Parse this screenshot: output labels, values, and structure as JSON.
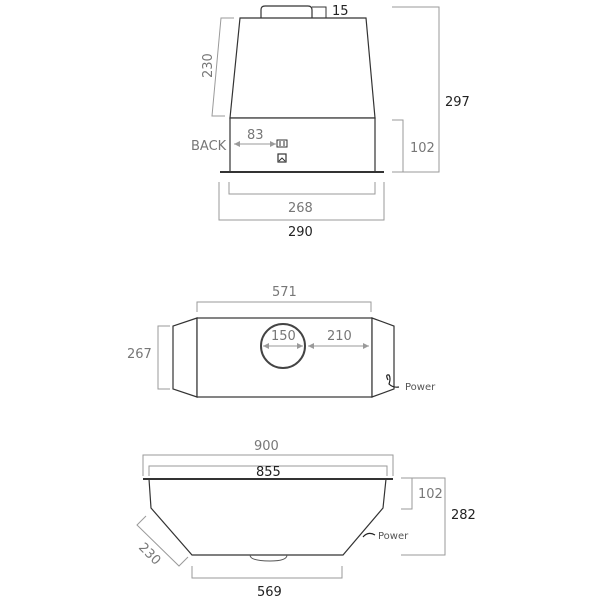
{
  "diagram": {
    "side_view": {
      "dimensions": {
        "top_spigot": "15",
        "slant_height": "230",
        "total_height": "297",
        "base_height": "102",
        "inner_width": "268",
        "outer_width": "290",
        "back_offset": "83"
      },
      "labels": {
        "back": "BACK"
      }
    },
    "top_view": {
      "dimensions": {
        "body_length": "571",
        "width": "267",
        "duct_diameter": "150",
        "duct_offset": "210"
      },
      "labels": {
        "power": "Power"
      }
    },
    "front_view": {
      "dimensions": {
        "outer_width": "900",
        "inner_width": "855",
        "bottom_width": "569",
        "slant_length": "230",
        "base_height": "102",
        "total_height": "282"
      },
      "labels": {
        "power": "Power"
      }
    },
    "colors": {
      "outline": "#333333",
      "dimension_line": "#9a9a9a"
    }
  }
}
